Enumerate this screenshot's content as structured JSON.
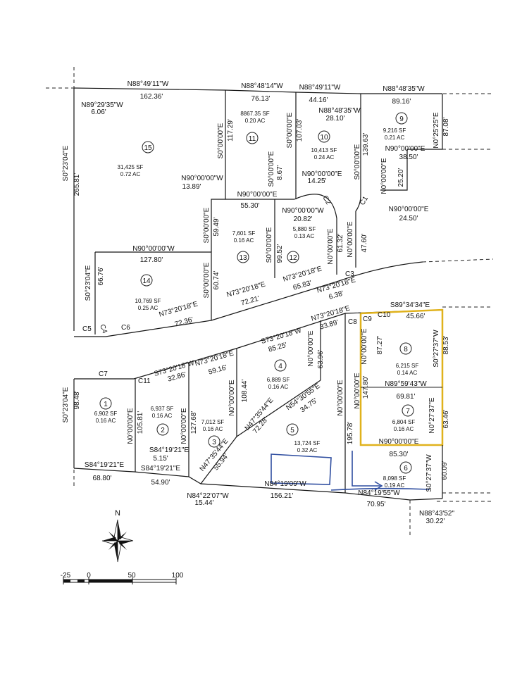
{
  "colors": {
    "line": "#151515",
    "highlight": "#e0b21c",
    "annotation": "#2f4ea0"
  },
  "north_arrow": {
    "label": "N"
  },
  "scale_bar": {
    "ticks": [
      "-25",
      "0",
      "50",
      "100"
    ]
  },
  "lots": {
    "l1": {
      "number": "1",
      "sf": "6,902 SF",
      "ac": "0.16 AC"
    },
    "l2": {
      "number": "2",
      "sf": "6,937 SF",
      "ac": "0.16 AC"
    },
    "l3": {
      "number": "3",
      "sf": "7,012 SF",
      "ac": "0.16 AC"
    },
    "l4": {
      "number": "4",
      "sf": "6,889 SF",
      "ac": "0.16 AC"
    },
    "l5": {
      "number": "5",
      "sf": "13,724 SF",
      "ac": "0.32 AC"
    },
    "l6": {
      "number": "6",
      "sf": "8,098 SF",
      "ac": "0.19 AC"
    },
    "l7": {
      "number": "7",
      "sf": "6,804 SF",
      "ac": "0.16 AC"
    },
    "l8": {
      "number": "8",
      "sf": "6,215 SF",
      "ac": "0.14 AC"
    },
    "l9": {
      "number": "9",
      "sf": "9,216 SF",
      "ac": "0.21 AC"
    },
    "l10": {
      "number": "10",
      "sf": "10,413 SF",
      "ac": "0.24 AC"
    },
    "l11": {
      "number": "11",
      "sf": "8867.35 SF",
      "ac": "0.20 AC"
    },
    "l12": {
      "number": "12",
      "sf": "5,880 SF",
      "ac": "0.13 AC"
    },
    "l13": {
      "number": "13",
      "sf": "7,601 SF",
      "ac": "0.16 AC"
    },
    "l14": {
      "number": "14",
      "sf": "10,769 SF",
      "ac": "0.25 AC"
    },
    "l15": {
      "number": "15",
      "sf": "31,425 SF",
      "ac": "0.72 AC"
    }
  },
  "curves": {
    "c1": "C1",
    "c2": "C2",
    "c3": "C3",
    "c4": "C4",
    "c5": "C5",
    "c6": "C6",
    "c7": "C7",
    "c8": "C8",
    "c9": "C9",
    "c10": "C10",
    "c11": "C11"
  },
  "labels": {
    "t_b1": "N88°49'11\"W",
    "t_d1": "162.36'",
    "t_b2": "N88°48'14\"W",
    "t_d2": "76.13'",
    "t_b3": "N88°49'11\"W",
    "t_d3": "44.16'",
    "t_b4": "N88°48'35\"W",
    "t_d4": "89.16'",
    "t_b5": "N89°29'35\"W",
    "t_d5": "6.06'",
    "t_b6": "N88°48'35\"W",
    "t_d6": "28.10'",
    "b_l11w": "S0°00'00\"E",
    "d_l11w": "117.29'",
    "b_l11e": "S0°00'00\"E",
    "d_l11e": "107.03'",
    "b_l11s": "S0°00'00\"E",
    "d_l11s": "8.67'",
    "b_l9w": "S0°00'00\"E",
    "d_l9w": "139.63'",
    "b_l9e": "N0°25'25\"E",
    "d_l9e": "87.08'",
    "b_l9s": "N90°00'00\"E",
    "d_l9s": "38.50'",
    "b_l9in": "N0°00'00\"E",
    "d_l9in": "25.20'",
    "b_l9s2": "N90°00'00\"E",
    "d_l9s2": "24.50'",
    "b_l10s": "N90°00'00\"E",
    "d_l10s": "14.25'",
    "b_l15s": "N90°00'00\"W",
    "d_l15s": "13.89'",
    "b_l11bot": "N90°00'00\"E",
    "d_l11bot": "55.30'",
    "b_l12top": "N90°00'00\"W",
    "d_l12top": "20.82'",
    "b_l13w": "S0°00'00\"E",
    "d_l13w": "59.49'",
    "b_l13e": "S0°00'00\"E",
    "d_l13e": "99.52'",
    "b_l12e": "N0°00'00\"E",
    "d_l12e": "61.32'",
    "b_l10e": "N0°00'00\"E",
    "d_l10e": "47.60'",
    "b_l14n": "N90°00'00\"W",
    "d_l14n": "127.80'",
    "b_l15w": "S0°23'04\"E",
    "d_l15w": "265.81'",
    "b_l14w": "S0°23'04\"E",
    "d_l14w": "66.76'",
    "b_l14e": "S0°00'00\"E",
    "d_l14e": "60.74'",
    "b_r1": "N73°20'18\"E",
    "d_r1": "72.36'",
    "b_r2": "N73°20'18\"E",
    "d_r2": "72.21'",
    "b_r3": "N73°20'18\"E",
    "d_r3": "65.83'",
    "b_r4": "N73°20'18\"E",
    "d_r4": "6.38'",
    "b_r5": "N73°20'18\"E",
    "d_r5": "33.89'",
    "b_r6": "S73°20'18\"W",
    "d_r6": "85.25'",
    "b_r7": "S73°20'18\"W",
    "d_r7": "32.86'",
    "b_l3n": "N73°20'18\"E",
    "d_l3n": "59.16'",
    "b_l8n": "S89°34'34\"E",
    "d_l8n": "45.66'",
    "b_l8w": "N0°00'00\"E",
    "d_l8w": "87.27'",
    "b_l8e": "S0°27'37\"W",
    "d_l8e": "88.53'",
    "b_l8s": "N89°59'43\"W",
    "d_l8s": "69.81'",
    "b_l7e": "N0°27'37\"E",
    "d_l7e": "63.46'",
    "b_l7s": "N90°00'00\"E",
    "d_l7s": "85.30'",
    "b_l6e": "S0°27'37\"W",
    "d_l6e": "60.09'",
    "b_l5e": "N0°00'00\"E",
    "d_l5e": "195.78'",
    "b_l5e2": "N0°00'00\"E",
    "d_l5e2": "147.80'",
    "b_l4e": "N0°00'00\"E",
    "d_l4e": "63.96'",
    "b_l4s": "N54°30'55\"E",
    "d_l4s": "34.75'",
    "b_l3e": "N47°35'44\"E",
    "d_l3e": "72.28'",
    "b_l3s": "N47°35'44\"E",
    "d_l3s": "55.94'",
    "b_l3w": "N0°00'00\"E",
    "d_l3w": "108.44'",
    "b_l2e": "N0°00'00\"E",
    "d_l2e": "127.68'",
    "b_l1e": "N0°00'00\"E",
    "d_l1e": "105.81'",
    "b_l1w": "S0°23'04\"E",
    "d_l1w": "98.48'",
    "b_l2s": "S84°19'21\"E",
    "d_l2s": "5.15'",
    "b_bot1": "S84°19'21\"E",
    "d_bot1": "68.80'",
    "b_bot2": "S84°19'21\"E",
    "d_bot2": "54.90'",
    "b_bot3": "N84°22'07\"W",
    "d_bot3": "15.44'",
    "b_bot4": "N84°19'09\"W",
    "d_bot4": "156.21'",
    "b_bot5": "N84°19'55\"W",
    "d_bot5": "70.95'",
    "b_bot6": "N88°43'52\"",
    "d_bot6": "30.22'"
  }
}
